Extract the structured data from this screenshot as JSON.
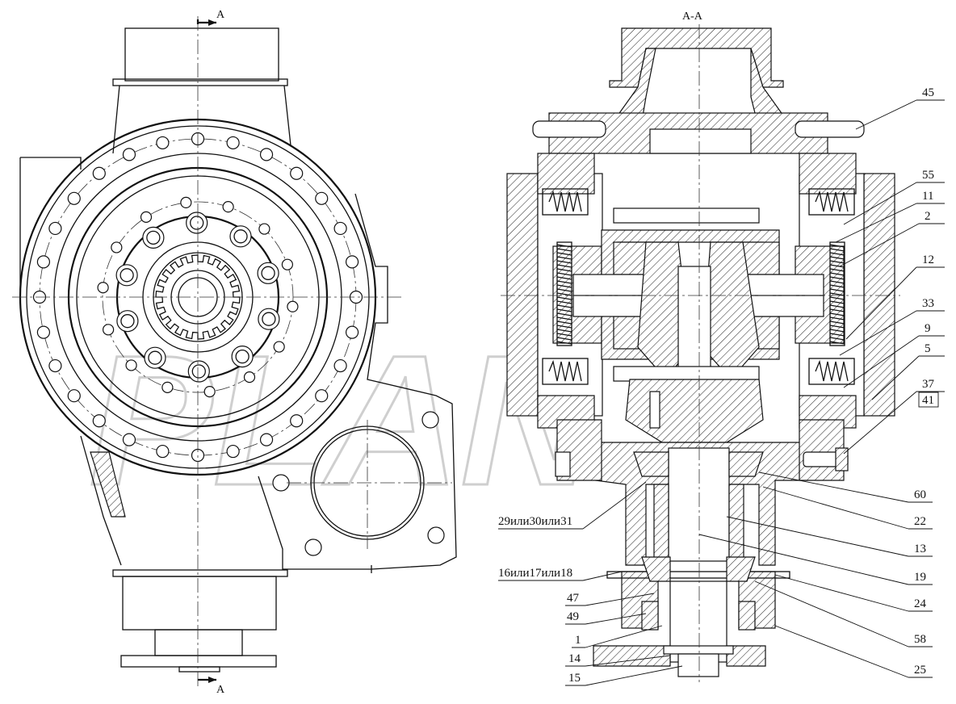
{
  "section_marker_top": "A",
  "section_marker_bottom": "A",
  "section_title": "А-А",
  "watermark": "PLAN",
  "callouts": [
    {
      "id": "c45",
      "label": "45"
    },
    {
      "id": "c55",
      "label": "55"
    },
    {
      "id": "c11",
      "label": "11"
    },
    {
      "id": "c2",
      "label": "2"
    },
    {
      "id": "c12",
      "label": "12"
    },
    {
      "id": "c33",
      "label": "33"
    },
    {
      "id": "c9",
      "label": "9"
    },
    {
      "id": "c5",
      "label": "5"
    },
    {
      "id": "c37",
      "label": "37"
    },
    {
      "id": "c41",
      "label": "41"
    },
    {
      "id": "c60",
      "label": "60"
    },
    {
      "id": "c22",
      "label": "22"
    },
    {
      "id": "c13",
      "label": "13"
    },
    {
      "id": "c19",
      "label": "19"
    },
    {
      "id": "c24",
      "label": "24"
    },
    {
      "id": "c58",
      "label": "58"
    },
    {
      "id": "c25",
      "label": "25"
    },
    {
      "id": "c29",
      "label": "29или30или31"
    },
    {
      "id": "c16",
      "label": "16или17или18"
    },
    {
      "id": "c47",
      "label": "47"
    },
    {
      "id": "c49",
      "label": "49"
    },
    {
      "id": "c1",
      "label": "1"
    },
    {
      "id": "c14",
      "label": "14"
    },
    {
      "id": "c15",
      "label": "15"
    }
  ]
}
